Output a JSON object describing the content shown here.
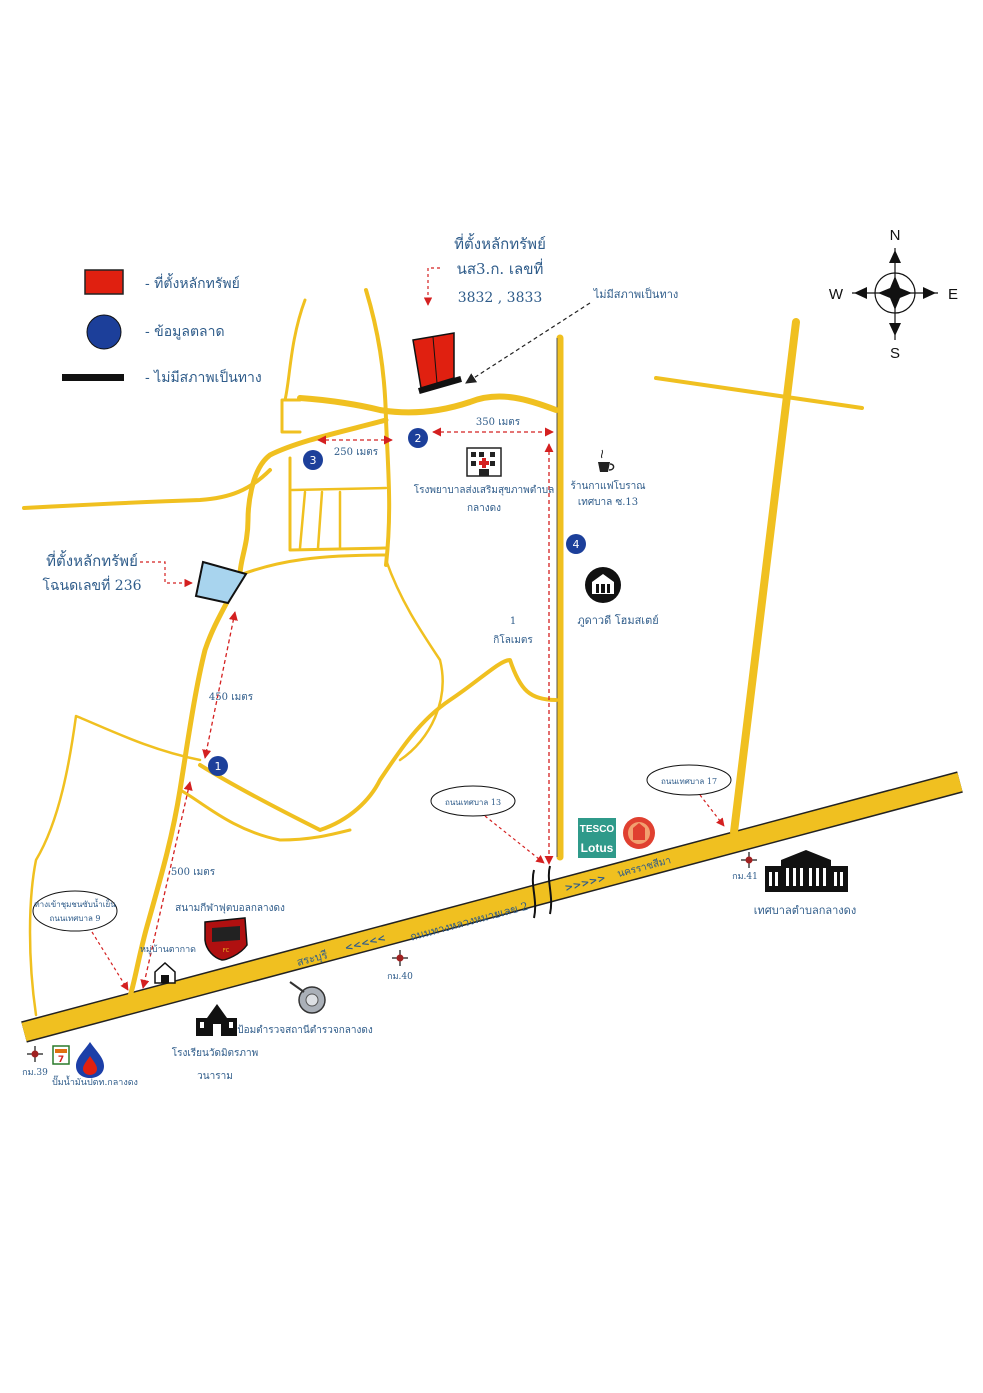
{
  "legend": {
    "property_site": "- ที่ตั้งหลักทรัพย์",
    "data_point": "- ข้อมูลตลาด",
    "no_access": "- ไม่มีสภาพเป็นทาง"
  },
  "compass": {
    "n": "N",
    "s": "S",
    "e": "E",
    "w": "W"
  },
  "property_main": {
    "line1": "ที่ตั้งหลักทรัพย์",
    "line2": "นส3.ก. เลขที่",
    "line3": "3832 , 3833"
  },
  "property_deed": {
    "line1": "ที่ตั้งหลักทรัพย์",
    "line2": "โฉนดเลขที่ 236"
  },
  "no_access_note": "ไม่มีสภาพเป็นทาง",
  "markers": [
    "1",
    "2",
    "3",
    "4"
  ],
  "distances": {
    "d250": "250 เมตร",
    "d350": "350 เมตร",
    "d450": "450 เมตร",
    "d500": "500 เมตร",
    "d1km_num": "1",
    "d1km_unit": "กิโลเมตร"
  },
  "places": {
    "hospital_line1": "โรงพยาบาลส่งเสริมสุขภาพตำบล",
    "hospital_line2": "กลางดง",
    "cafe_line1": "ร้านกาแฟโบราณ",
    "cafe_line2": "เทศบาล ซ.13",
    "resort": "ภูดาวดี โฮมสเตย์",
    "stadium": "สนามกีฬาฟุตบอลกลางดง",
    "village": "หมู่บ้านตากาด",
    "school_line1": "โรงเรียนวัดมิตรภาพ",
    "school_line2": "วนาราม",
    "police": "ป้อมตำรวจสถานีตำรวจกลางดง",
    "gas": "ปั๊มน้ำมันปตท.กลางดง",
    "municipality": "เทศบาลตำบลกลางดง",
    "tesco_top": "TESCO",
    "tesco_bottom": "Lotus"
  },
  "roads": {
    "highway": "ถนนทางหลวงหมายเลข 2",
    "to_saraburi": "สระบุรี",
    "to_korat": "นครราชสีมา",
    "arrows_left": "<<<<<",
    "arrows_right": ">>>>>"
  },
  "callouts": {
    "soi13": "ถนนเทศบาล 13",
    "soi17": "ถนนเทศบาล 17",
    "left_road_line1": "ทางเข้าชุมชนซับน้ำเย็น",
    "left_road_line2": "ถนนเทศบาล 9"
  },
  "km_markers": {
    "km39": "กม.39",
    "km40": "กม.40",
    "km41": "กม.41"
  },
  "colors": {
    "road": "#f0c020",
    "property": "#e02010",
    "marker": "#1c3f9a",
    "text": "#2f5c8a",
    "arrow": "#d42020"
  }
}
